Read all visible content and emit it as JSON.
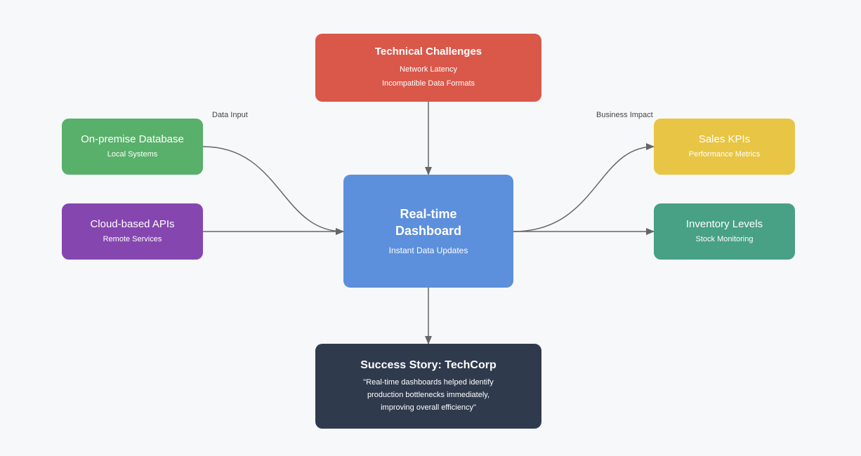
{
  "colors": {
    "challenges": "#d9584a",
    "db": "#58b06a",
    "cloud": "#8646b0",
    "dashboard": "#5c8fdc",
    "sales": "#e8c544",
    "inventory": "#48a085",
    "success": "#2f3a4d",
    "connector": "#666666"
  },
  "labels": {
    "data_input": "Data Input",
    "business_impact": "Business Impact"
  },
  "nodes": {
    "challenges": {
      "title": "Technical Challenges",
      "lines": [
        "Network Latency",
        "Incompatible Data Formats"
      ]
    },
    "db": {
      "title": "On-premise Database",
      "sub": "Local Systems"
    },
    "cloud": {
      "title": "Cloud-based APIs",
      "sub": "Remote Services"
    },
    "dashboard": {
      "title_lines": [
        "Real-time",
        "Dashboard"
      ],
      "sub": "Instant Data Updates"
    },
    "sales": {
      "title": "Sales KPIs",
      "sub": "Performance Metrics"
    },
    "inventory": {
      "title": "Inventory Levels",
      "sub": "Stock Monitoring"
    },
    "success": {
      "title": "Success Story: TechCorp",
      "quote_lines": [
        "\"Real-time dashboards helped identify",
        "production bottlenecks immediately,",
        "improving overall efficiency\""
      ]
    }
  }
}
